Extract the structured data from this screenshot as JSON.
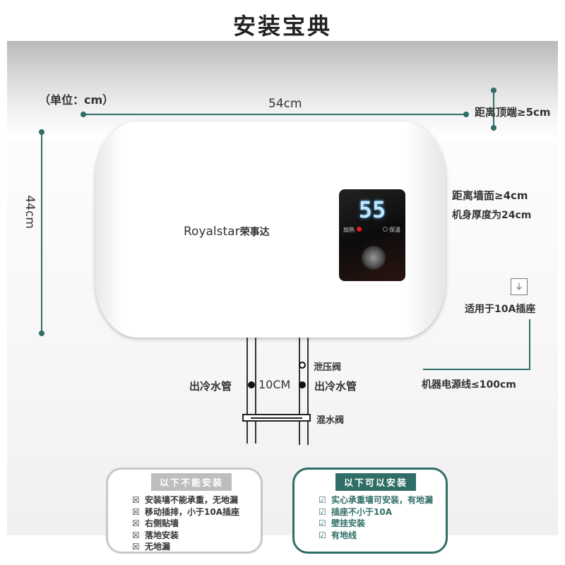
{
  "title": "安装宝典",
  "unit_note": "（单位：cm）",
  "dimensions": {
    "width": "54cm",
    "height": "44cm",
    "top_clearance": "距离顶端≥5cm",
    "wall_clearance": "距离墙面≥4cm",
    "thickness": "机身厚度为24cm",
    "socket": "适用于10A插座",
    "power_cable": "机器电源线≤100cm"
  },
  "heater": {
    "brand": "Royalstar",
    "brand_cn": "荣事达",
    "display": "55",
    "heat_label": "加热",
    "keep_warm_label": "保温"
  },
  "pipes": {
    "cold_out": "出冷水管",
    "hot_out": "出冷水管",
    "spacing": "10CM",
    "relief_valve": "泄压阀",
    "mixing_valve": "混水阀"
  },
  "cannot": {
    "header": "以下不能安装",
    "items": [
      "安装墙不能承重，无地漏",
      "移动插排，小于10A插座",
      "右侧贴墙",
      "落地安装",
      "无地漏"
    ]
  },
  "can": {
    "header": "以下可以安装",
    "items": [
      "实心承重墙可安装，有地漏",
      "插座不小于10A",
      "壁挂安装",
      "有地线"
    ]
  },
  "colors": {
    "accent": "#2f6e66",
    "gray": "#bdbdbd"
  }
}
